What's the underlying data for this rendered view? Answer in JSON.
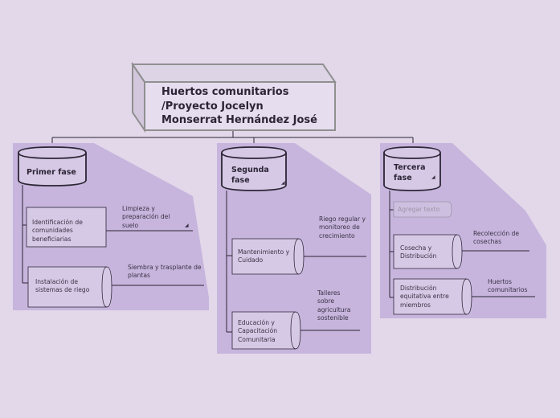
{
  "root": {
    "title": "Huertos comunitarios /Proyecto Jocelyn Monserrat Hernández José"
  },
  "phases": [
    {
      "title": "Primer fase",
      "items": [
        {
          "label": "Identificación de comunidades beneficiarias",
          "note": "Limpieza y preparación del suelo"
        },
        {
          "label": "Instalación de sistemas de riego",
          "note": "Siembra y trasplante de plantas"
        }
      ]
    },
    {
      "title": "Segunda fase",
      "items": [
        {
          "label": "Mantenimiento y Cuidado",
          "note": "Riego regular y monitoreo de crecimiento"
        },
        {
          "label": "Educación y Capacitación Comunitaria",
          "note": "Talleres sobre agricultura sostenible"
        }
      ]
    },
    {
      "title": "Tercera fase",
      "placeholder": "Agregar texto",
      "items": [
        {
          "label": "Cosecha y Distribución",
          "note": "Recolección de cosechas"
        },
        {
          "label": "Distribución equitativa entre miembros",
          "note": "Huertos comunitarios"
        }
      ]
    }
  ],
  "colors": {
    "background": "#e2d8ea",
    "panel": "#c7b5dd",
    "node_fill": "#d6c9e6",
    "outline": "#2b2535",
    "root_fill": "#e6ddef",
    "root_outline": "#909090"
  },
  "icons": [
    "collapse-triangle-icon"
  ]
}
